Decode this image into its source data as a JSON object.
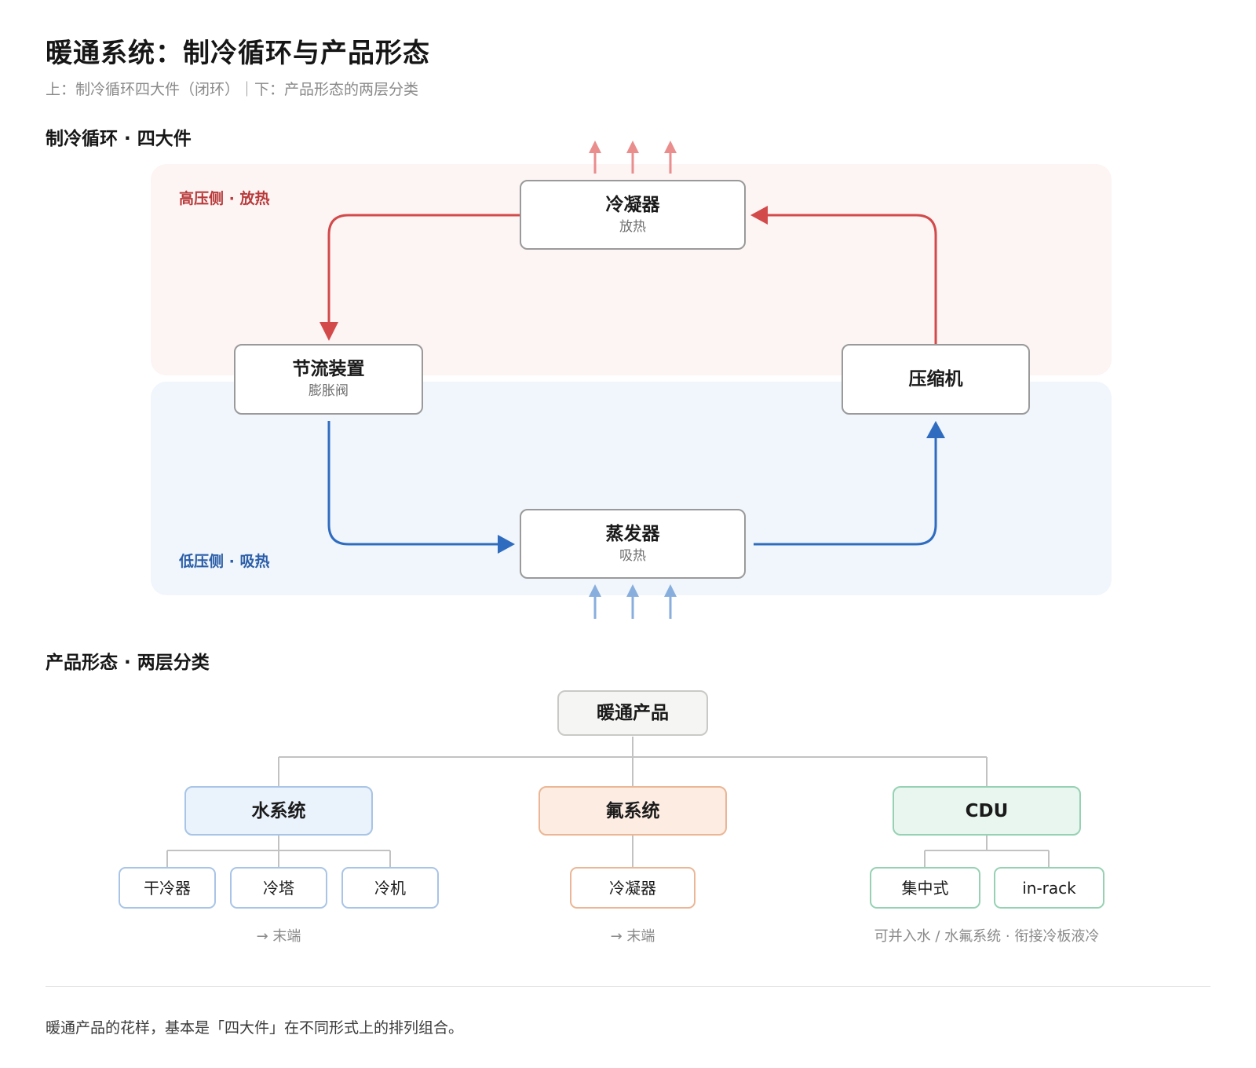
{
  "header": {
    "title": "暖通系统：制冷循环与产品形态",
    "subtitle": "上：制冷循环四大件（闭环）｜下：产品形态的两层分类"
  },
  "cycle": {
    "heading": "制冷循环 · 四大件",
    "high_side_label": "高压侧 · 放热",
    "low_side_label": "低压侧 · 吸热",
    "components": {
      "condenser": {
        "name": "冷凝器",
        "function": "放热"
      },
      "throttle": {
        "name": "节流装置",
        "function": "膨胀阀"
      },
      "compressor": {
        "name": "压缩机"
      },
      "evaporator": {
        "name": "蒸发器",
        "function": "吸热"
      }
    },
    "colors": {
      "high": "#d24a4a",
      "low": "#2f6cc0",
      "heat_out": "#e98d8d",
      "heat_in": "#88aedd"
    }
  },
  "products": {
    "heading": "产品形态 · 两层分类",
    "root": "暖通产品",
    "categories": [
      {
        "name": "水系统",
        "items": [
          "干冷器",
          "冷塔",
          "冷机"
        ],
        "note": "→ 末端"
      },
      {
        "name": "氟系统",
        "items": [
          "冷凝器"
        ],
        "note": "→ 末端"
      },
      {
        "name": "CDU",
        "items": [
          "集中式",
          "in-rack"
        ],
        "note": "可并入水 / 水氟系统 · 衔接冷板液冷"
      }
    ]
  },
  "footer": {
    "text": "暖通产品的花样，基本是「四大件」在不同形式上的排列组合。"
  }
}
